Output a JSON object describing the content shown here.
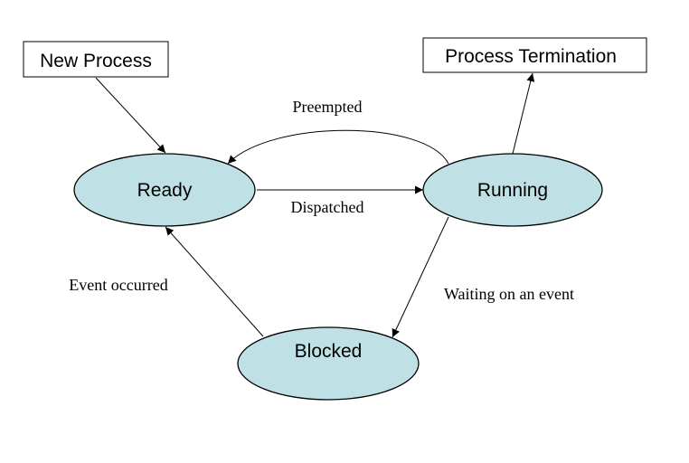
{
  "nodes": {
    "new_process": "New Process",
    "process_termination": "Process Termination",
    "ready": "Ready",
    "running": "Running",
    "blocked": "Blocked"
  },
  "edges": {
    "preempted": "Preempted",
    "dispatched": "Dispatched",
    "event_occurred": "Event occurred",
    "waiting_on_event": "Waiting on an event"
  },
  "colors": {
    "state_fill": "#bfe1e6",
    "stroke": "#000000",
    "background": "#ffffff"
  }
}
